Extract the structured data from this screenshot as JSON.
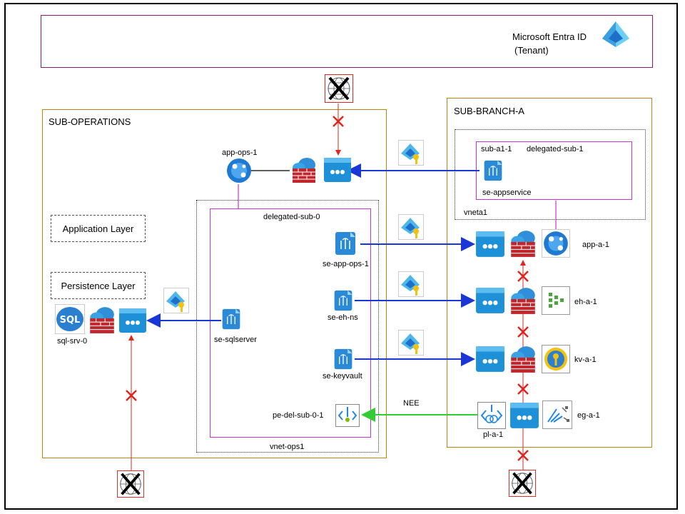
{
  "tenant": {
    "name": "Microsoft Entra ID",
    "sub": "(Tenant)"
  },
  "ops": {
    "title": "SUB-OPERATIONS",
    "app_ops_label": "app-ops-1",
    "delegated_label": "delegated-sub-0",
    "vnet_label": "vnet-ops1",
    "app_layer": "Application Layer",
    "persistence_layer": "Persistence Layer",
    "sql_label": "sql-srv-0",
    "se_app_ops": "se-app-ops-1",
    "se_eh_ns": "se-eh-ns",
    "se_keyvault": "se-keyvault",
    "se_sqlserver": "se-sqlserver",
    "pe_label": "pe-del-sub-0-1"
  },
  "branch": {
    "title": "SUB-BRANCH-A",
    "sub_a1": "sub-a1-1",
    "delegated": "delegated-sub-1",
    "se_appservice": "se-appservice",
    "vnet": "vneta1",
    "app_a1": "app-a-1",
    "eh_a1": "eh-a-1",
    "kv_a1": "kv-a-1",
    "eg_a1": "eg-a-1",
    "pl_a1": "pl-a-1"
  },
  "edge_nee": "NEE",
  "colors": {
    "purple": "#8b1c6e",
    "gold": "#b8860b",
    "magenta": "#cc33cc",
    "blue_arrow": "#1a37d6",
    "green_arrow": "#33cc33",
    "red": "#e0261e",
    "azure": "#1e88e5"
  }
}
